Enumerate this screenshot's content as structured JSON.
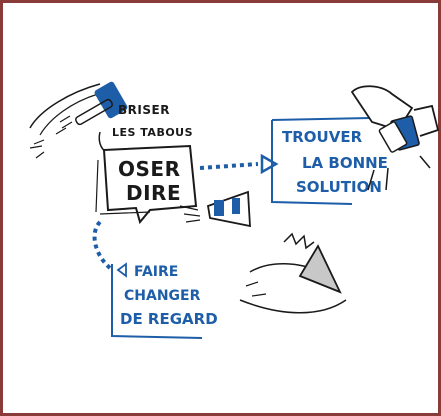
{
  "top_left": {
    "line1": "BRISER",
    "line2": "LES TABOUS"
  },
  "center": {
    "line1": "OSER",
    "line2": "DIRE"
  },
  "top_right": {
    "line1": "TROUVER",
    "line2": "LA BONNE",
    "line3": "SOLUTION"
  },
  "bottom_left": {
    "line1": "FAIRE",
    "line2": "CHANGER",
    "line3": "DE REGARD"
  },
  "colors": {
    "accent": "#1e5ea8",
    "frame": "#8b3a3a",
    "ink": "#1a1a1a"
  },
  "icons": [
    "hammer-icon",
    "megaphone-icon",
    "hands-cards-icon",
    "scribble-sketch-icon"
  ]
}
